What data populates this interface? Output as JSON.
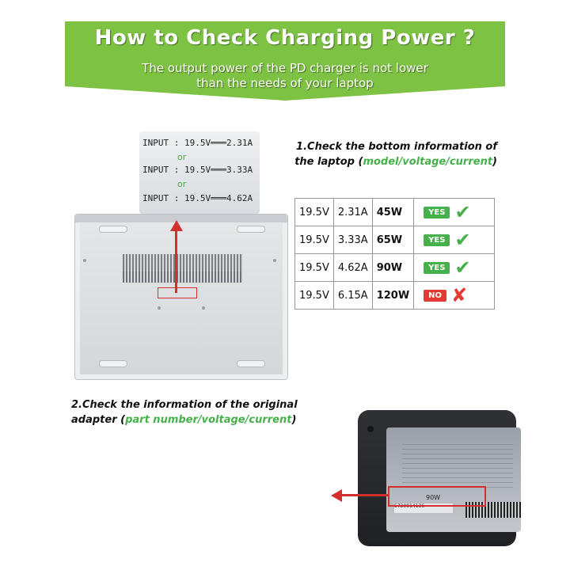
{
  "banner": {
    "title": "How to Check Charging Power ?",
    "subtitle_line1": "The output power of the PD charger is not lower",
    "subtitle_line2": "than the needs of your laptop"
  },
  "sticker": {
    "rows": [
      "INPUT : 19.5V═══2.31A",
      "INPUT : 19.5V═══3.33A",
      "INPUT : 19.5V═══4.62A"
    ],
    "or": "or"
  },
  "step1": {
    "line1": "1.Check the bottom information of",
    "line2_prefix": "the laptop (",
    "line2_green": "model/voltage/current",
    "line2_suffix": ")"
  },
  "table": {
    "rows": [
      {
        "voltage": "19.5V",
        "current": "2.31A",
        "watts": "45W",
        "result": "YES",
        "ok": true
      },
      {
        "voltage": "19.5V",
        "current": "3.33A",
        "watts": "65W",
        "result": "YES",
        "ok": true
      },
      {
        "voltage": "19.5V",
        "current": "4.62A",
        "watts": "90W",
        "result": "YES",
        "ok": true
      },
      {
        "voltage": "19.5V",
        "current": "6.15A",
        "watts": "120W",
        "result": "NO",
        "ok": false
      }
    ]
  },
  "step2": {
    "line1": "2.Check the information of the original",
    "line2_prefix": "adapter (",
    "line2_green": "part number/voltage/current",
    "line2_suffix": ")"
  },
  "adapter": {
    "power_label": "90W",
    "serial": "5720814136"
  },
  "colors": {
    "brand_green": "#7dc242",
    "accent_green": "#46b04a",
    "alert_red": "#d32f2f"
  }
}
